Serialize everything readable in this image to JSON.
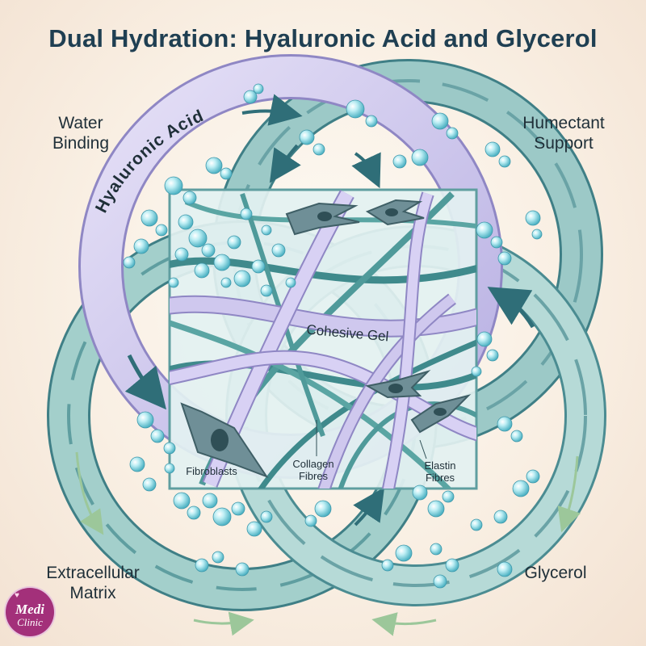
{
  "title": "Dual Hydration: Hyaluronic Acid and Glycerol",
  "corner_labels": {
    "top_left": [
      "Water",
      "Binding"
    ],
    "top_right": [
      "Humectant",
      "Support"
    ],
    "bottom_left": [
      "Extracellular",
      "Matrix"
    ],
    "bottom_right": "Glycerol"
  },
  "ring_labels": {
    "hyaluronic_acid": "Hyaluronic Acid",
    "cohesive_gel": "Cohesive Gel"
  },
  "matrix_labels": {
    "fibroblasts": "Fibroblasts",
    "collagen": [
      "Collagen",
      "Fibres"
    ],
    "elastin": [
      "Elastin",
      "Fibres"
    ]
  },
  "logo": {
    "line1": "Medi",
    "line2": "Clinic",
    "color": "#a3307a"
  },
  "colors": {
    "ring_teal": "#8fc2c1",
    "ring_edge": "#3f7f86",
    "ring_lavender": "#cfc8ee",
    "fibre_lavender": "#c8bfe8",
    "fibre_teal": "#4f9a9a",
    "droplet": "#8fd8e3",
    "title": "#1f3f52"
  },
  "icons": [
    "droplet-icon",
    "fibroblast-cell-icon",
    "flow-arrow-icon",
    "heart-icon"
  ]
}
